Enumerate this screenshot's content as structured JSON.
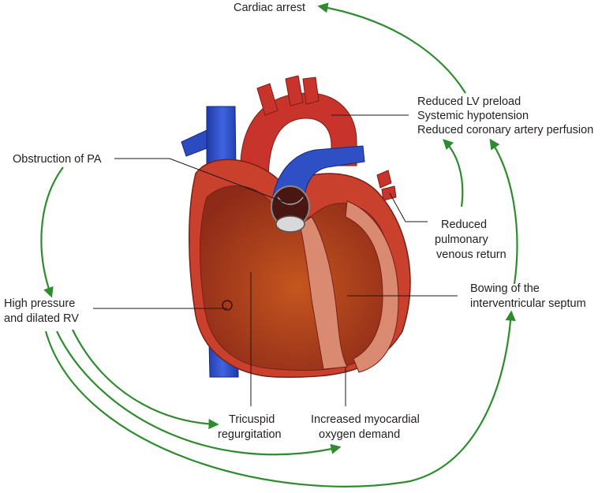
{
  "labels": {
    "cardiac_arrest": "Cardiac arrest",
    "lv_preload": "Reduced LV preload",
    "systemic_hypotension": "Systemic hypotension",
    "coronary_perfusion": "Reduced coronary artery perfusion",
    "obstruction_pa": "Obstruction of PA",
    "reduced_return_1": "Reduced",
    "reduced_return_2": "pulmonary",
    "reduced_return_3": "venous return",
    "high_pressure_1": "High pressure",
    "high_pressure_2": "and dilated RV",
    "bowing_1": "Bowing of the",
    "bowing_2": "interventricular septum",
    "tricuspid_1": "Tricuspid",
    "tricuspid_2": "regurgitation",
    "oxygen_1": "Increased myocardial",
    "oxygen_2": "oxygen demand"
  },
  "colors": {
    "arrow_green": "#2e8b2e",
    "heart_red": "#c8342c",
    "heart_dark": "#9b2a20",
    "heart_inner": "#b8461f",
    "vessel_blue": "#2f4fc4",
    "leader_black": "#1a1a1a"
  }
}
